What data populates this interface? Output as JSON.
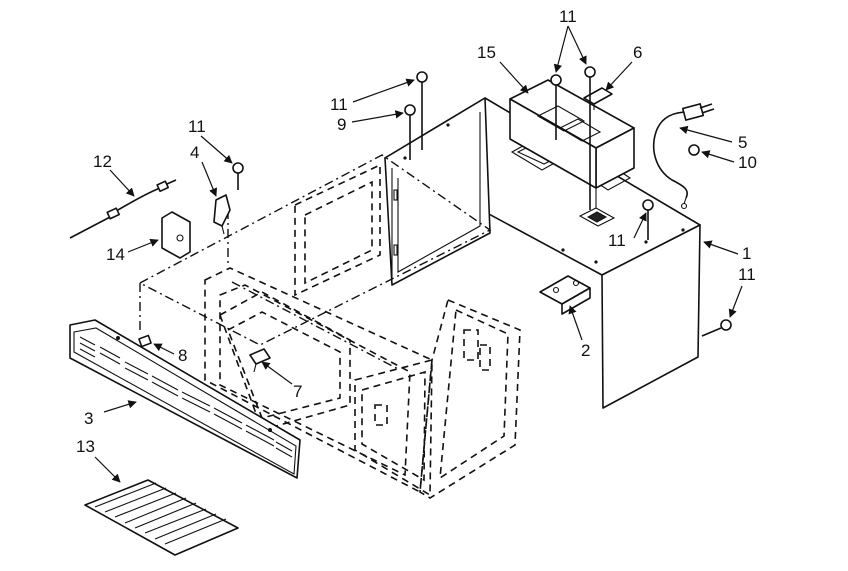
{
  "callouts": {
    "c1": "1",
    "c2": "2",
    "c3": "3",
    "c4": "4",
    "c5": "5",
    "c6": "6",
    "c7": "7",
    "c8": "8",
    "c9": "9",
    "c10": "10",
    "c11_top": "11",
    "c11_left": "11",
    "c11_mid": "11",
    "c11_right_inner": "11",
    "c11_right_outer": "11",
    "c12": "12",
    "c13": "13",
    "c14": "14",
    "c15": "15"
  },
  "colors": {
    "line": "#111111",
    "background": "#ffffff"
  }
}
